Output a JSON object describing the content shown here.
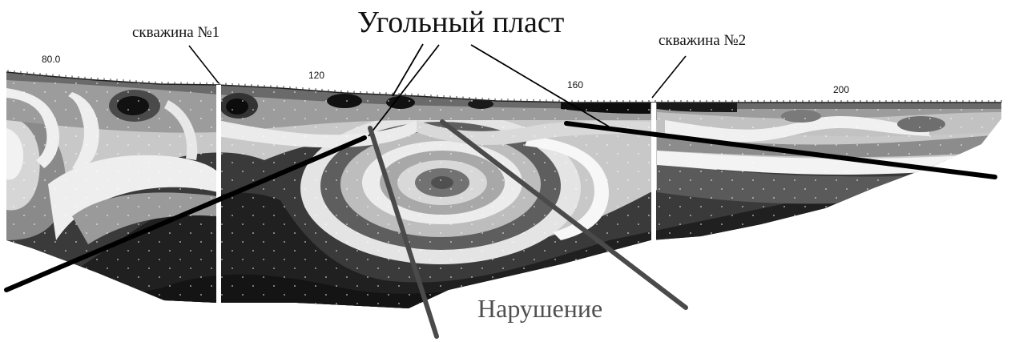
{
  "labels": {
    "well1": "скважина №1",
    "well2": "скважина №2",
    "coal_seam": "Угольный пласт",
    "fault": "Нарушение"
  },
  "axis_ticks": [
    "80.0",
    "120",
    "160",
    "200"
  ],
  "colors": {
    "background": "#ffffff",
    "seam_line": "#000000",
    "fault_line": "#4a4a4a",
    "fault_label": "#505050",
    "well_line": "#ffffff"
  }
}
